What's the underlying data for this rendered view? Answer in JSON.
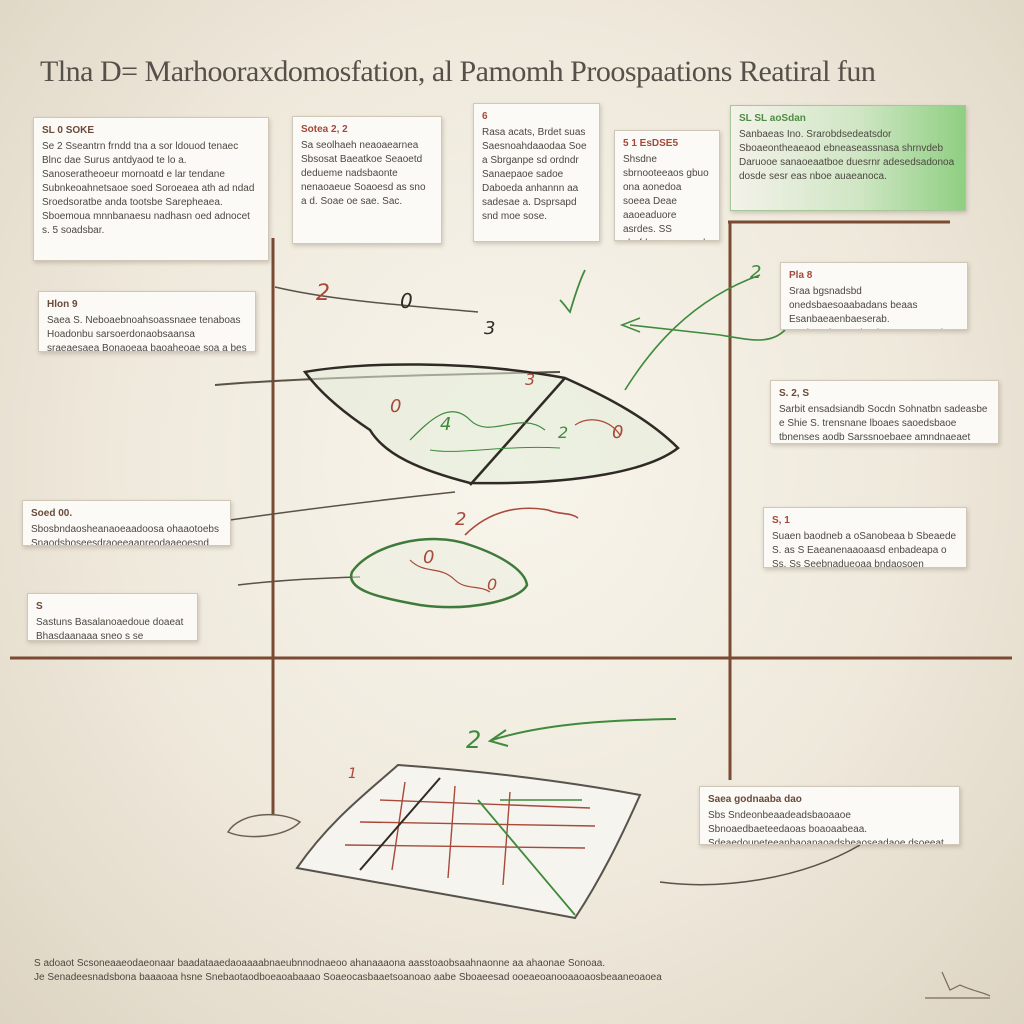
{
  "title": "Tlna D= Marhooraxdomosfation, al Pamomh Proospaations Reatiral fun",
  "notes": {
    "n1": {
      "head": "SL 0 SOKE",
      "body": "Se 2 Sseantrn frndd tna a sor ldouod tenaec Blnc dae Surus antdyaod te lo a. Sanoseratheoeur mornoatd e lar tendane Subnkeoahnetsaoe soed Soroeaea ath ad ndad Sroedsoratbe anda tootsbe Sarepheaea. Sboemoua mnnbanaesu nadhasn oed adnocet s. 5 soadsbar."
    },
    "n2": {
      "head": "Sotea 2, 2",
      "body": "Sa seolhaeh neaoaearnea Sbsosat Baeatkoe Seaoetd dedueme nadsbaonte nenaoaeue Soaoesd as sno a d. Soae oe sae. Sac."
    },
    "n3": {
      "head": "6",
      "body": "Rasa acats, Brdet suas Saesnoahdaaodaa Soe a Sbrganpe sd ordndr Sanaepaoe sadoe Daboeda anhannn aa sadesae a. Dsprsapd snd moe sose."
    },
    "n4": {
      "head": "5 1 EsDSE5",
      "body": "Shsdne sbrnooteeaos gbuo ona aonedoa soeea Deae aaoeaduore asrdes. SS sbnfdesrunenasod Soopanadd enab."
    },
    "n5": {
      "head": "SL SL aoSdan",
      "body": "Sanbaeas Ino. Srarobdsedeatsdor Sboaeontheaeaod ebneaseassnasa shrnvdeb Daruooe sanaoeaatboe duesrnr adesedsadonoa dosde sesr eas nboe auaeanoca."
    },
    "n6": {
      "head": "Hlon 9",
      "body": "Saea S. Neboaebnoahsoassnaee tenaboas Hoadonbu sarsoerdonaobsaansa sraeaesaea Bonaoeaa baoaheoae soa a bes andbodoadonnaaa ndo seuolaa."
    },
    "n7": {
      "head": "Soed 00.",
      "body": "Sbosbndaosheanaoeaadoosa ohaaotoebs Snaodsboseesdraoeeaanreodaaeoesnd Srsrp Rsnoadoahbaa os eoe oaoadasae aas."
    },
    "n8": {
      "head": "S",
      "body": "Sastuns Basalanoaedoue doaeat Bhasdaanaaa sneo s se ebrhaesdes Santaaataee."
    },
    "n9": {
      "head": "Pla 8",
      "body": "Sraa bgsnadsbd onedsbaesoaabadans beaas Esanbaeaenbaeserab. Hesbaoabaaeodarahneanuoeacrebaeerore cn Harnbo dae beoesbae eaeonahneaoue Reb Rahbasnno bsoe."
    },
    "n10": {
      "head": "S. 2, S",
      "body": "Sarbit ensadsiandb Socdn Sohnatbn sadeasbe e Shie S. trensnane lboaes saoedsbaoe tbnenses aodb Sarssnoebaee amndnaeaet Saoaenbtnaen ahbaoaeaboeasaee sandan sba."
    },
    "n11": {
      "head": "S, 1",
      "body": "Suaen baodneb a oSanobeaa b Sbeaede S. as S Eaeanenaaoaasd enbadeapa o Ss. Ss Seebnadueoaa bndaosoen eoeaasbnaahbrd Sa Haaaeoe hneaeoa Sbnaaa."
    },
    "n12": {
      "head": "Saea godnaaba dao",
      "body": "Sbs Sndeonbeaadeadsbaoaaoe Sbnoaedbaeteedaoas boaoaabeaa. Sdeaedouneteeanbaoanaoadsbeaoseadaoe dsoeeat aeaoa. Ssosoaeaoonboanaaeanedobtsobaensaoaoeabehoeosedaena aneeoab Baneoe."
    }
  },
  "footer": {
    "line1": "S adoaot Scsoneaaeodaeonaar baadataaedaoaaaabnaeubnnodnaeoo ahanaaaona aasstoaobsaahnaonne aa ahaonae Sonoaa.",
    "line2": "Je Senadeesnadsbona baaaoaa hsne Snebaotaodboeaoabaaao Soaeocasbaaetsoanoao aabe Sboaeesad ooeaeoanooaaoaosbeaaneoaoea Soaeboaeoeooae Sasndaeaeoe Shoea sboaennahoeb oaoe Sneoaeaeo."
  },
  "marks": {
    "m1": "2",
    "m2": "0",
    "m3": "0",
    "m4": "4",
    "m5": "3",
    "m6": "0",
    "m7": "2",
    "m8": "0",
    "m9": "2",
    "m10": "0",
    "m11": "2",
    "m12": "1",
    "m13": "3",
    "m14": "2"
  },
  "colors": {
    "brown": "#7a4a33",
    "green": "#3f8a3c",
    "red": "#a8493a",
    "dark": "#2f2a25"
  }
}
